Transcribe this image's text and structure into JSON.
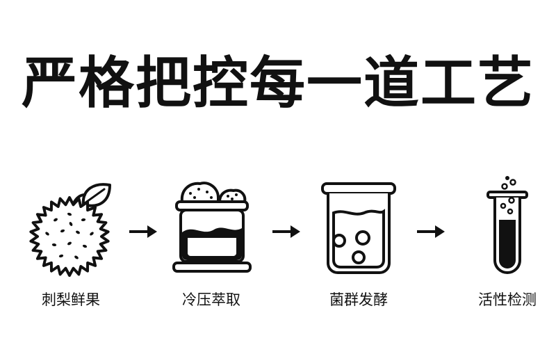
{
  "title": "严格把控每一道工艺",
  "steps": [
    {
      "label": "刺梨鲜果",
      "icon": "prickly-pear-fruit-icon"
    },
    {
      "label": "冷压萃取",
      "icon": "cold-press-jar-icon"
    },
    {
      "label": "菌群发酵",
      "icon": "fermentation-beaker-icon"
    },
    {
      "label": "活性检测",
      "icon": "test-tube-icon"
    }
  ],
  "colors": {
    "stroke": "#111111",
    "background": "#ffffff"
  }
}
